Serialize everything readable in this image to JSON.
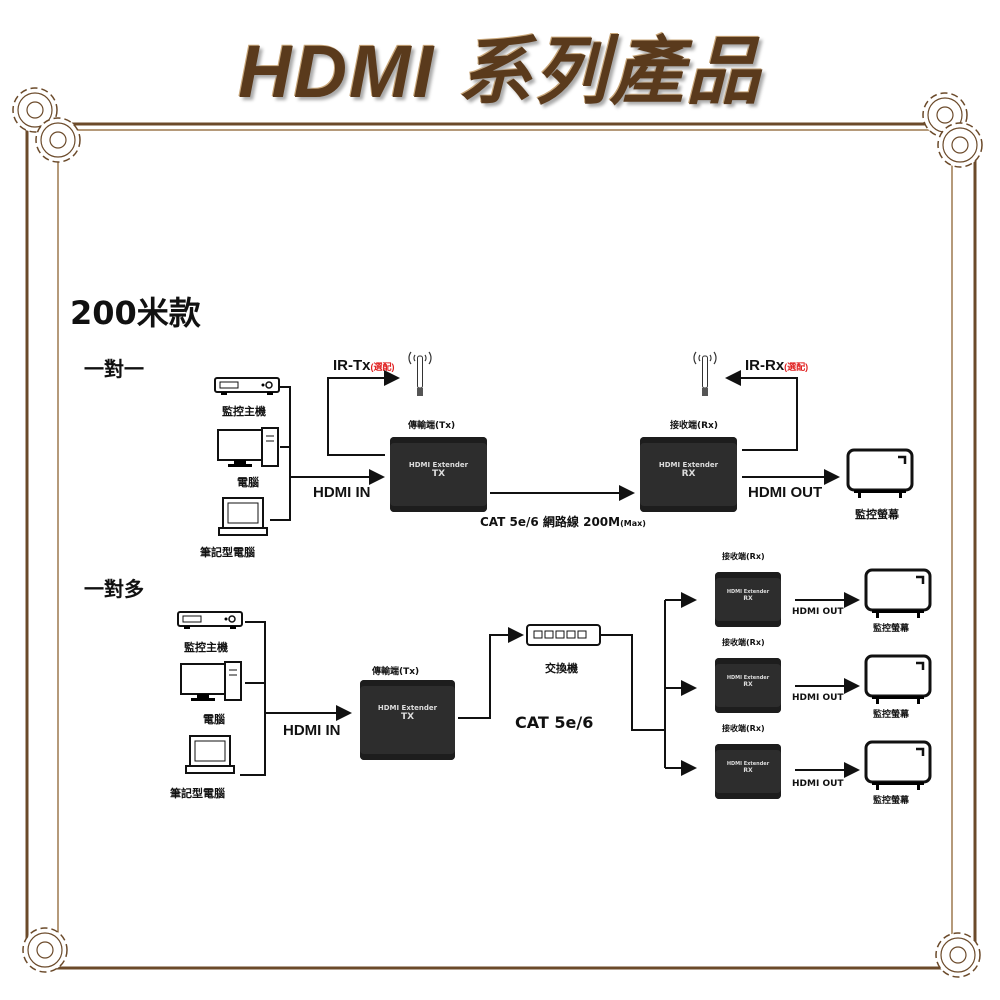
{
  "title": "HDMI 系列產品",
  "model": "200米款",
  "one_to_one": {
    "heading": "一對一",
    "sources": [
      "監控主機",
      "電腦",
      "筆記型電腦"
    ],
    "hdmi_in": "HDMI IN",
    "ir_tx": "IR-Tx",
    "ir_rx": "IR-Rx",
    "optional": "(選配)",
    "tx_label": "傳輸端(Tx)",
    "rx_label": "接收端(Rx)",
    "device_name": "HDMI Extender",
    "tx": "TX",
    "rx": "RX",
    "cable": "CAT 5e/6 網路線 200M",
    "cable_max": "(Max)",
    "hdmi_out": "HDMI OUT",
    "monitor": "監控螢幕"
  },
  "one_to_many": {
    "heading": "一對多",
    "sources": [
      "監控主機",
      "電腦",
      "筆記型電腦"
    ],
    "hdmi_in": "HDMI IN",
    "tx_label": "傳輸端(Tx)",
    "device_name": "HDMI Extender",
    "tx": "TX",
    "rx": "RX",
    "switch": "交換機",
    "cable": "CAT 5e/6",
    "receivers": [
      {
        "label": "接收端(Rx)",
        "out": "HDMI OUT",
        "monitor": "監控螢幕"
      },
      {
        "label": "接收端(Rx)",
        "out": "HDMI OUT",
        "monitor": "監控螢幕"
      },
      {
        "label": "接收端(Rx)",
        "out": "HDMI OUT",
        "monitor": "監控螢幕"
      }
    ]
  },
  "colors": {
    "frame": "#6b4a2a",
    "title": "#5a3a1c",
    "optional": "#e02020"
  }
}
